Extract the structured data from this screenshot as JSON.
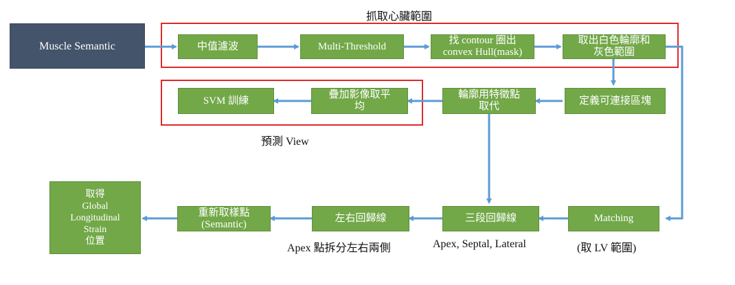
{
  "colors": {
    "box_fill": "#72a848",
    "source_fill": "#44546a",
    "arrow": "#5b9bd5",
    "frame": "#e0282a"
  },
  "captions": {
    "top_frame": "抓取心臟範圍",
    "predict_view": "預測 View",
    "apex_split": "Apex 點拆分左右兩側",
    "three_segments": "Apex, Septal, Lateral",
    "lv_range": "(取 LV 範圍)"
  },
  "nodes": {
    "muscle_semantic": "Muscle Semantic",
    "median_filter": "中值濾波",
    "multi_threshold": "Multi-Threshold",
    "find_contour": "找 contour 圈出\nconvex Hull(mask)",
    "white_gray_contour": "取出白色輪廓和\n灰色範圍",
    "define_blocks": "定義可連接區塊",
    "feature_points": "輪廓用特徵點\n取代",
    "overlay_average": "疊加影像取平\n均",
    "svm_training": "SVM 訓練",
    "matching": "Matching",
    "three_seg_regression": "三段回歸線",
    "lr_regression": "左右回歸線",
    "resample_points": "重新取樣點\n(Semantic)",
    "gls_position": "取得\nGlobal\nLongitudinal\nStrain\n位置"
  }
}
